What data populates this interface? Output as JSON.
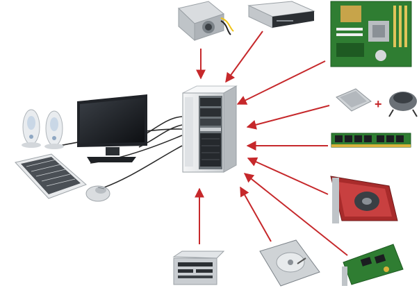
{
  "diagram": {
    "center": "computer-tower",
    "peripherals": [
      "speakers",
      "monitor",
      "keyboard",
      "mouse"
    ],
    "components": [
      "power-supply",
      "optical-drive",
      "motherboard",
      "cpu-and-cooler",
      "ram-module",
      "graphics-card",
      "sound-card",
      "hard-disk-drive",
      "card-reader"
    ],
    "cpu_cooler_separator": "+",
    "colors": {
      "arrow": "#c6282b",
      "pcb_green": "#2f7d32",
      "case": "#e6e8ea",
      "screen": "#1a1d22",
      "cable": "#2a2a2a"
    }
  }
}
